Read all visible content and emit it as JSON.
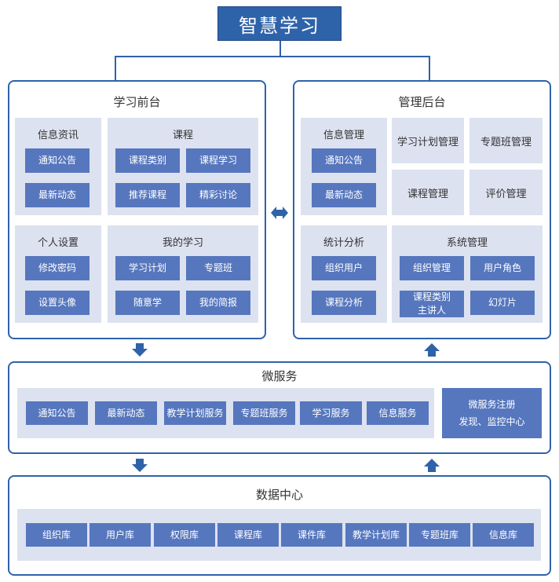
{
  "title": "智慧学习",
  "frontend": {
    "title": "学习前台",
    "info_news": {
      "title": "信息资讯",
      "items": [
        "通知公告",
        "最新动态"
      ]
    },
    "courses": {
      "title": "课程",
      "items": [
        "课程类别",
        "课程学习",
        "推荐课程",
        "精彩讨论"
      ]
    },
    "personal": {
      "title": "个人设置",
      "items": [
        "修改密码",
        "设置头像"
      ]
    },
    "my_learning": {
      "title": "我的学习",
      "items": [
        "学习计划",
        "专题班",
        "随意学",
        "我的简报"
      ]
    }
  },
  "backend": {
    "title": "管理后台",
    "info_mgmt": {
      "title": "信息管理",
      "items": [
        "通知公告",
        "最新动态"
      ]
    },
    "tiles": [
      "学习计划管理",
      "专题班管理",
      "课程管理",
      "评价管理"
    ],
    "stats": {
      "title": "统计分析",
      "items": [
        "组织用户",
        "课程分析"
      ]
    },
    "system": {
      "title": "系统管理",
      "items": [
        "组织管理",
        "用户角色",
        "课程类别\n主讲人",
        "幻灯片"
      ]
    }
  },
  "microservice": {
    "title": "微服务",
    "items": [
      "通知公告",
      "最新动态",
      "教学计划服务",
      "专题班服务",
      "学习服务",
      "信息服务"
    ],
    "registry": "微服务注册\n发现、监控中心"
  },
  "data_center": {
    "title": "数据中心",
    "items": [
      "组织库",
      "用户库",
      "权限库",
      "课程库",
      "课件库",
      "教学计划库",
      "专题班库",
      "信息库"
    ]
  },
  "colors": {
    "border": "#2f63a9",
    "button": "#5677be",
    "group_bg": "#dde2f0",
    "title_bg": "#2f63a9"
  }
}
